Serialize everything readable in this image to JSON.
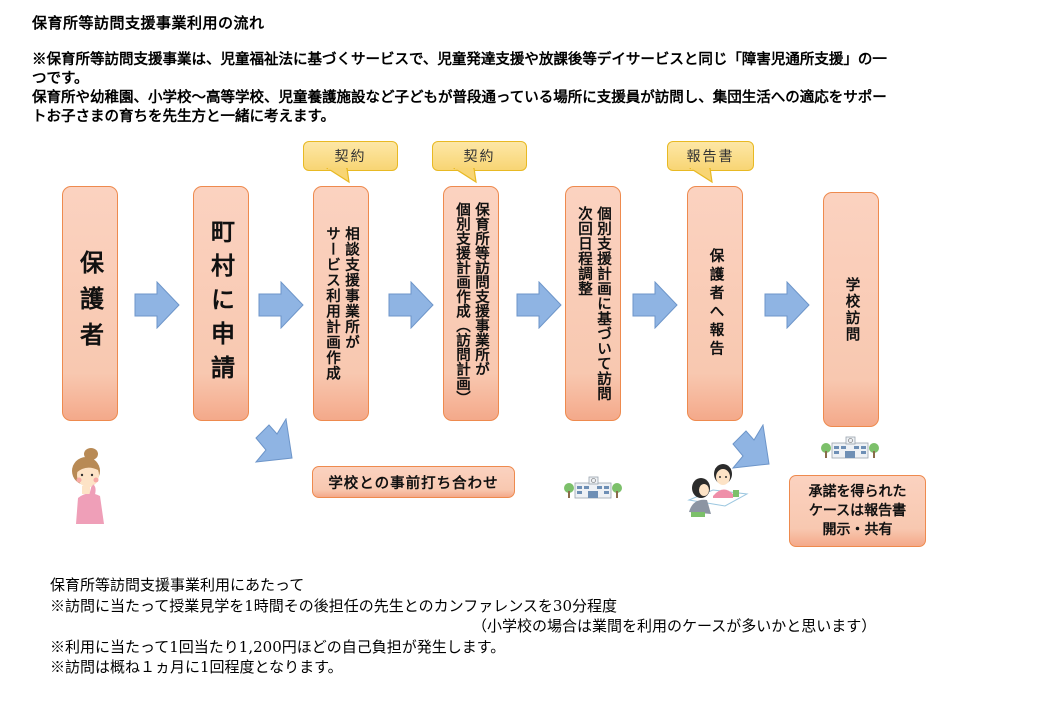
{
  "title": "保育所等訪問支援事業利用の流れ",
  "notes": [
    "※保育所等訪問支援事業は、児童福祉法に基づくサービスで、児童発達支援や放課後等デイサービスと同じ「障害児通所支援」の一",
    "つです。",
    "保育所や幼稚園、小学校～高等学校、児童養護施設など子どもが普段通っている場所に支援員が訪問し、集団生活への適応をサポー",
    "トお子さまの育ちを先生方と一緒に考えます。"
  ],
  "flow": {
    "steps": [
      {
        "label": "保護者"
      },
      {
        "label": "町村に申請"
      },
      {
        "label": "相談支援事業所がサービス利用計画作成",
        "lines": [
          "相談支援事業所が",
          "サービス利用計画作成"
        ]
      },
      {
        "label": "保育所等訪問支援事業所が個別支援計画作成（訪問計画）",
        "lines": [
          "保育所等訪問支援事業所が",
          "個別支援計画作成（訪問計画）"
        ]
      },
      {
        "label": "個別支援計画に基づいて訪問次回日程調整",
        "lines": [
          "個別支援計画に基づいて訪問",
          "次回日程調整"
        ]
      },
      {
        "label": "保護者へ報告"
      },
      {
        "label": "学校訪問"
      }
    ],
    "callouts": [
      "契約",
      "契約",
      "報告書"
    ],
    "side_steps": {
      "pre_meeting": "学校との事前打ち合わせ",
      "report_share": [
        "承諾を得られた",
        "ケースは報告書",
        "開示・共有"
      ]
    },
    "illustrations": {
      "parent": "parent-illustration",
      "school_1": "school-building-illustration",
      "school_2": "school-building-illustration",
      "meeting": "meeting-illustration"
    }
  },
  "bottom": {
    "heading": "保育所等訪問支援事業利用にあたって",
    "lines": [
      "※訪問に当たって授業見学を1時間その後担任の先生とのカンファレンスを30分程度",
      "（小学校の場合は業間を利用のケースが多いかと思います）",
      "※利用に当たって1回当たり1,200円ほどの自己負担が発生します。",
      "※訪問は概ね１ヵ月に1回程度となります。"
    ]
  },
  "colors": {
    "box_fill": "#f9cbb5",
    "box_border": "#ee8a4e",
    "callout_fill": "#fbdf8c",
    "callout_border": "#e8b923",
    "arrow_fill": "#8fb4e3",
    "arrow_border": "#6d95c9"
  }
}
